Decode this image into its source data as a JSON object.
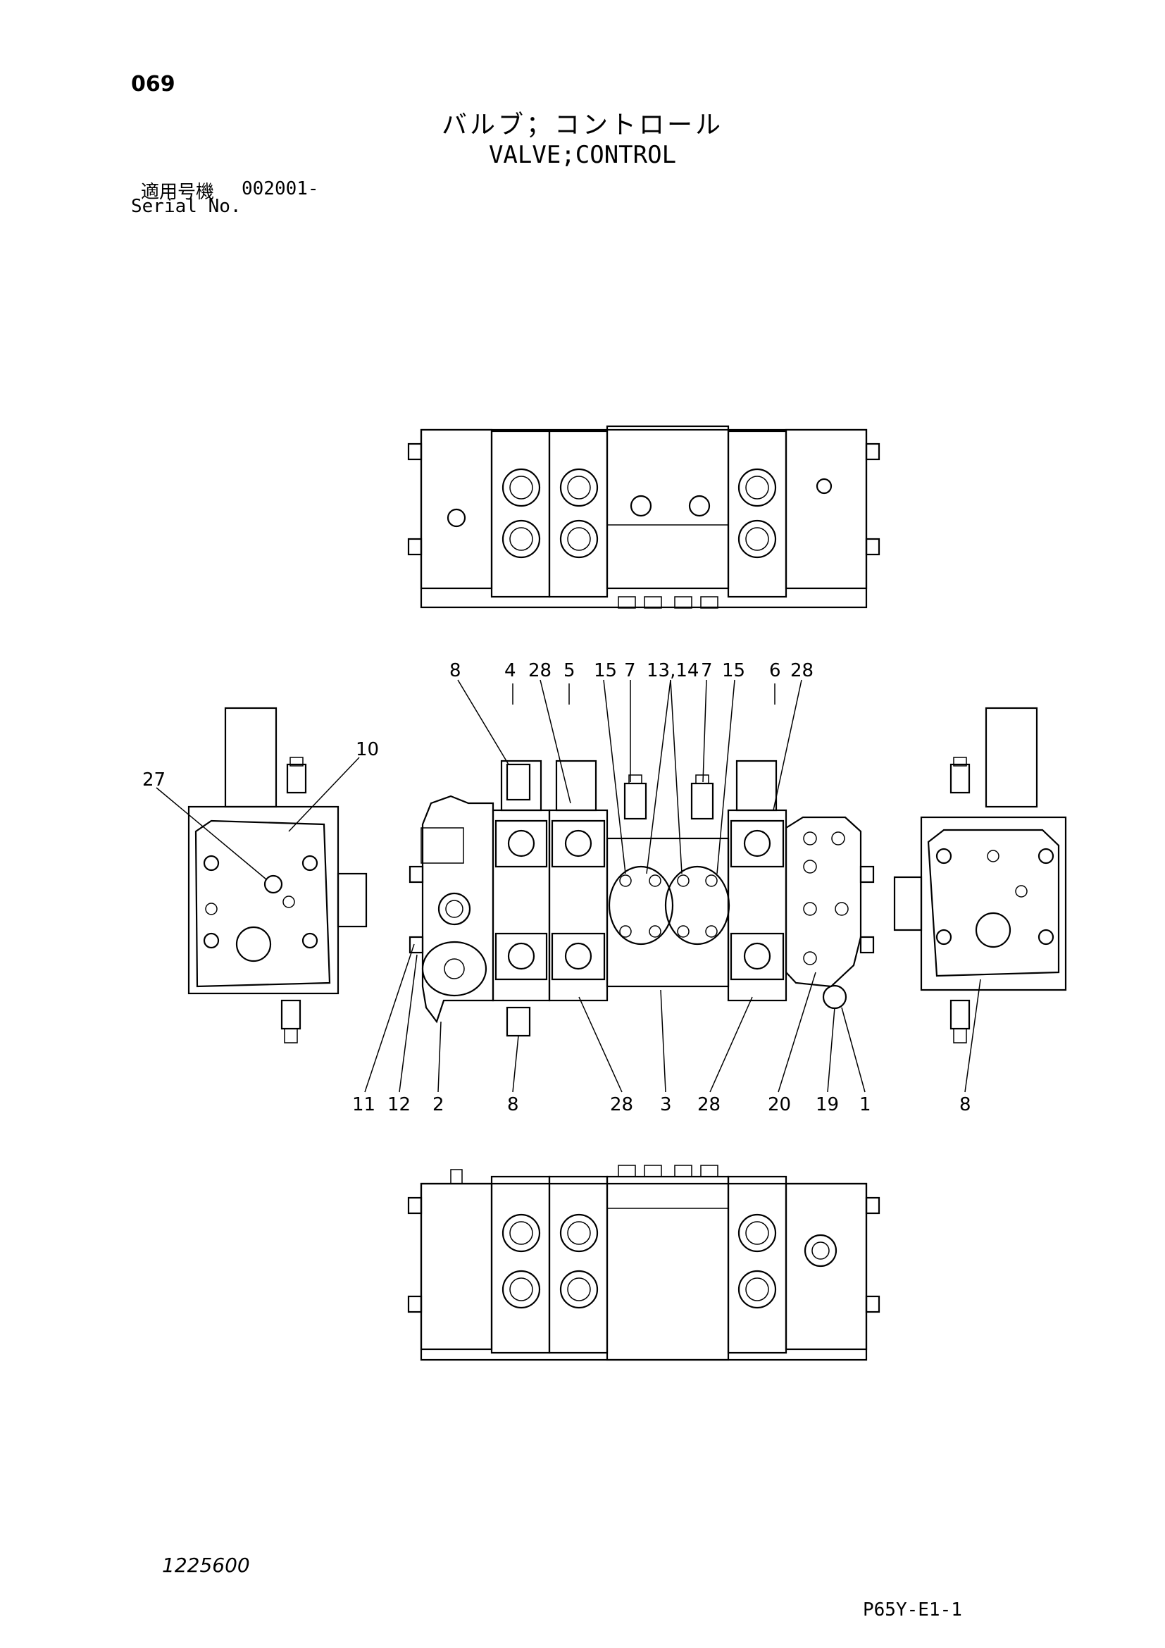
{
  "header": {
    "page_number": "069",
    "title_jp": "バルブ；コントロール",
    "title_en": "VALVE;CONTROL",
    "serial_label_jp": "適用号機",
    "serial_value": "002001-",
    "serial_label_en": "Serial No."
  },
  "footer": {
    "drawing_number": "1225600",
    "page_code": "P65Y-E1-1"
  },
  "callouts_top": [
    "8",
    "4",
    "28",
    "5",
    "15",
    "7",
    "13,14",
    "7",
    "15",
    "6",
    "28"
  ],
  "callouts_left": [
    "10",
    "27"
  ],
  "callouts_bottom": [
    "11",
    "12",
    "2",
    "8",
    "28",
    "3",
    "28",
    "20",
    "19",
    "1",
    "8"
  ]
}
